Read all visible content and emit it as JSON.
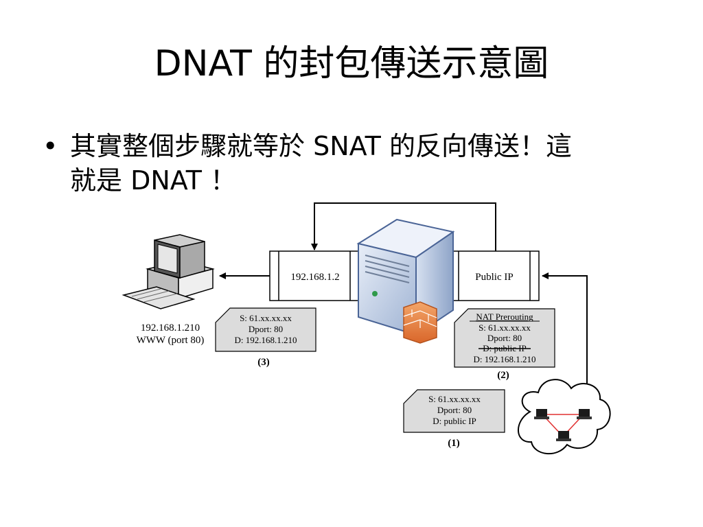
{
  "slide": {
    "title": "DNAT 的封包傳送示意圖",
    "bullet": {
      "marker": "•",
      "line1": "其實整個步驟就等於 SNAT 的反向傳送！這",
      "line2": "就是 DNAT ！"
    }
  },
  "diagram": {
    "internal_interface": "192.168.1.2",
    "public_interface": "Public IP",
    "client": {
      "ip": "192.168.1.210",
      "service": "WWW (port 80)"
    },
    "packet3": {
      "src": "S: 61.xx.xx.xx",
      "dport": "Dport: 80",
      "dst": "D: 192.168.1.210",
      "step": "(3)"
    },
    "packet2": {
      "heading": "NAT Prerouting",
      "src": "S: 61.xx.xx.xx",
      "dport": "Dport: 80",
      "dst_old": "D: public IP",
      "dst_new": "D: 192.168.1.210",
      "step": "(2)"
    },
    "packet1": {
      "src": "S: 61.xx.xx.xx",
      "dport": "Dport: 80",
      "dst": "D: public IP",
      "step": "(1)"
    }
  }
}
